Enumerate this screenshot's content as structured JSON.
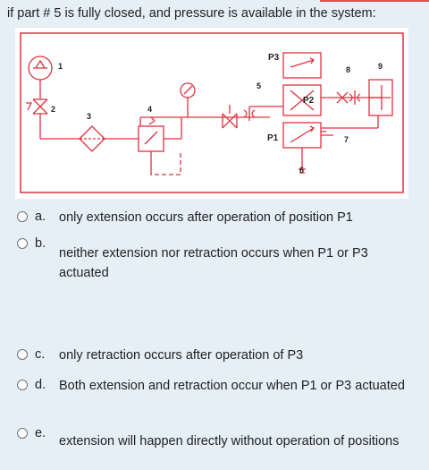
{
  "question": {
    "text": "if part # 5 is fully closed, and pressure is available in the system:"
  },
  "diagram": {
    "labels": {
      "n1": "1",
      "n2": "2",
      "n3": "3",
      "n4": "4",
      "n5": "5",
      "n6": "6",
      "n7": "7",
      "n8": "8",
      "n9": "9",
      "p1": "P1",
      "p2": "P2",
      "p3": "P3"
    },
    "colors": {
      "line": "#e03040",
      "ink": "#222222",
      "background": "#ffffff"
    }
  },
  "options": [
    {
      "letter": "a.",
      "text": "only extension occurs after operation of position P1"
    },
    {
      "letter": "b.",
      "text": "neither extension nor retraction occurs when P1 or P3 actuated"
    },
    {
      "letter": "c.",
      "text": "only retraction occurs after operation of P3"
    },
    {
      "letter": "d.",
      "text": "Both extension and retraction occur when P1 or P3 actuated"
    },
    {
      "letter": "e.",
      "text": "extension will happen directly without operation of positions"
    }
  ]
}
